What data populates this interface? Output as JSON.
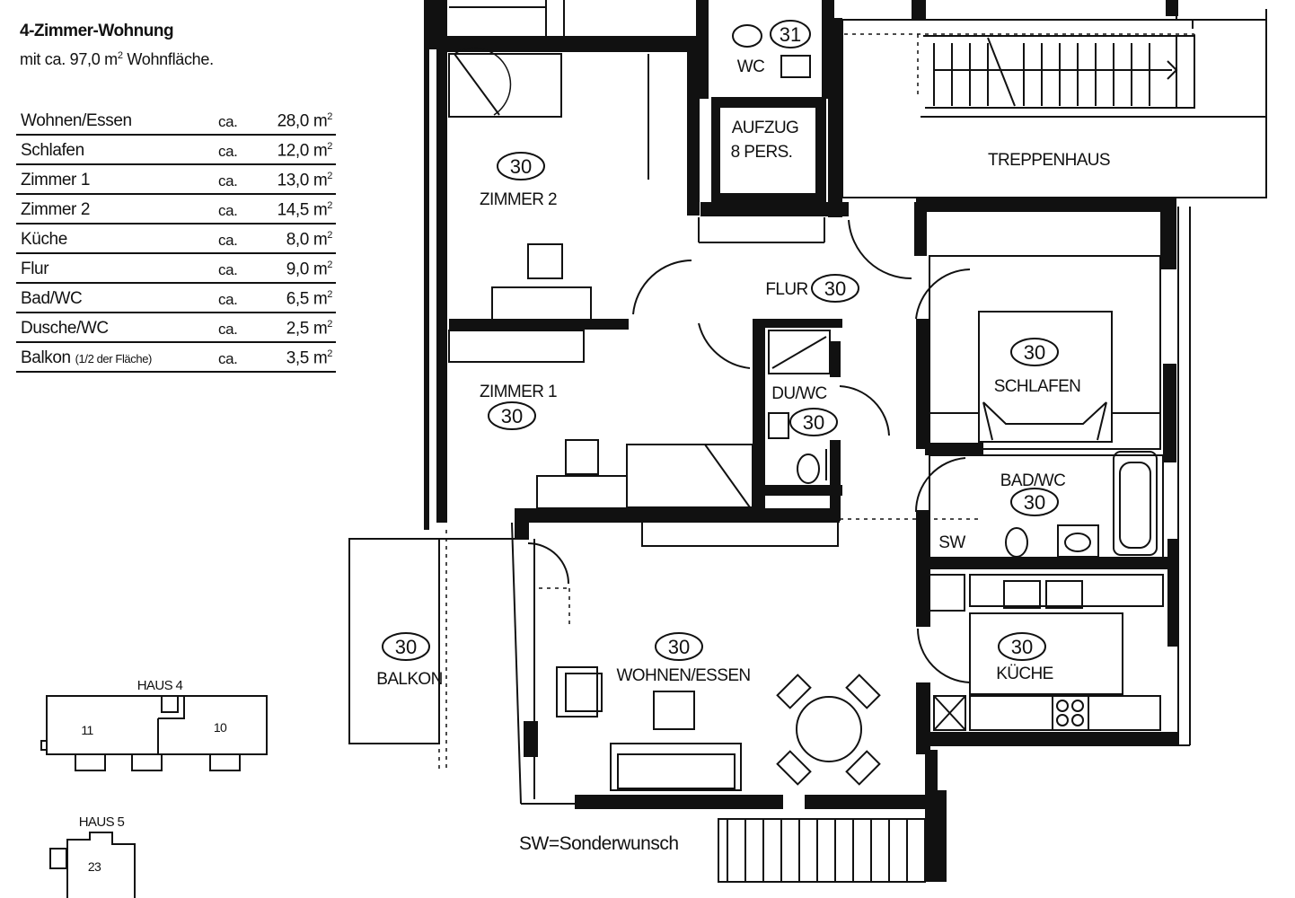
{
  "header": {
    "title": "4-Zimmer-Wohnung",
    "subtitle_prefix": "mit ca. 97,0 m",
    "subtitle_sup": "2",
    "subtitle_suffix": " Wohnfläche."
  },
  "area_table": [
    {
      "room": "Wohnen/Essen",
      "ca": "ca.",
      "value": "28,0 m",
      "sup": "2"
    },
    {
      "room": "Schlafen",
      "ca": "ca.",
      "value": "12,0 m",
      "sup": "2"
    },
    {
      "room": "Zimmer 1",
      "ca": "ca.",
      "value": "13,0 m",
      "sup": "2"
    },
    {
      "room": "Zimmer 2",
      "ca": "ca.",
      "value": "14,5 m",
      "sup": "2"
    },
    {
      "room": "Küche",
      "ca": "ca.",
      "value": "8,0 m",
      "sup": "2"
    },
    {
      "room": "Flur",
      "ca": "ca.",
      "value": "9,0 m",
      "sup": "2"
    },
    {
      "room": "Bad/WC",
      "ca": "ca.",
      "value": "6,5 m",
      "sup": "2"
    },
    {
      "room": "Dusche/WC",
      "ca": "ca.",
      "value": "2,5 m",
      "sup": "2"
    },
    {
      "room": "Balkon",
      "room_note": "(1/2 der Fläche)",
      "ca": "ca.",
      "value": "3,5 m",
      "sup": "2"
    }
  ],
  "plan": {
    "zimmer2": "ZIMMER 2",
    "zimmer1": "ZIMMER 1",
    "flur": "FLUR",
    "wc": "WC",
    "wc_num": "31",
    "aufzug_line1": "AUFZUG",
    "aufzug_line2": "8 PERS.",
    "treppenhaus": "TREPPENHAUS",
    "schlafen": "SCHLAFEN",
    "duwc": "DU/WC",
    "badwc": "BAD/WC",
    "sw": "SW",
    "kueche": "KÜCHE",
    "wohnen": "WOHNEN/ESSEN",
    "balkon": "BALKON",
    "unit_num": "30"
  },
  "key_plans": {
    "haus4": {
      "label": "HAUS 4",
      "left": "11",
      "right": "10"
    },
    "haus5": {
      "label": "HAUS 5",
      "unit": "23"
    }
  },
  "note": "SW=Sonderwunsch"
}
